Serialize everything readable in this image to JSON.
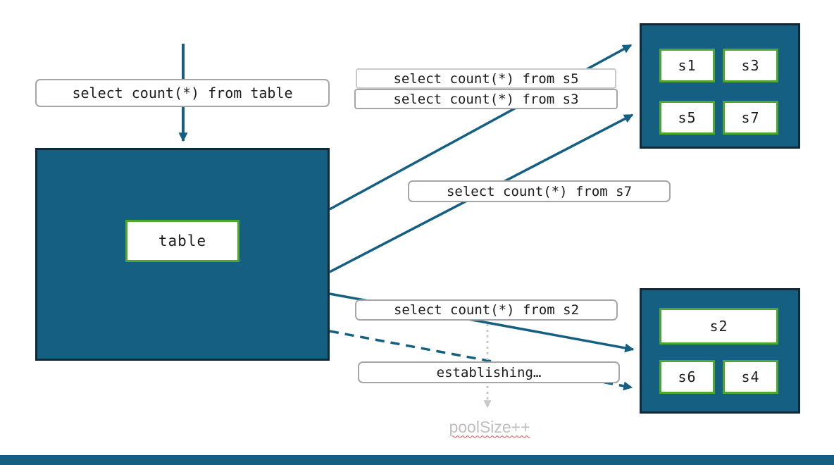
{
  "diagram": {
    "labels": {
      "query_table": "select count(*) from table",
      "query_s5": "select count(*) from s5",
      "query_s3": "select count(*) from s3",
      "query_s7": "select count(*) from s7",
      "query_s2": "select count(*) from s2",
      "establishing": "establishing…",
      "poolsize": "poolSize++"
    },
    "nodes": {
      "table": "table",
      "pool_top": [
        "s1",
        "s3",
        "s5",
        "s7"
      ],
      "pool_bottom": [
        "s2",
        "s6",
        "s4"
      ]
    },
    "colors": {
      "pool_fill": "#156082",
      "pool_border": "#0e2a3a",
      "session_border": "#4ea72e",
      "label_border": "#a6a6a6",
      "label_border_light": "#c9c9c9",
      "arrow": "#156082",
      "muted_arrow": "#c9c9c9",
      "muted_text": "#bfbfbf",
      "squiggle_underline": "#e05252"
    }
  }
}
